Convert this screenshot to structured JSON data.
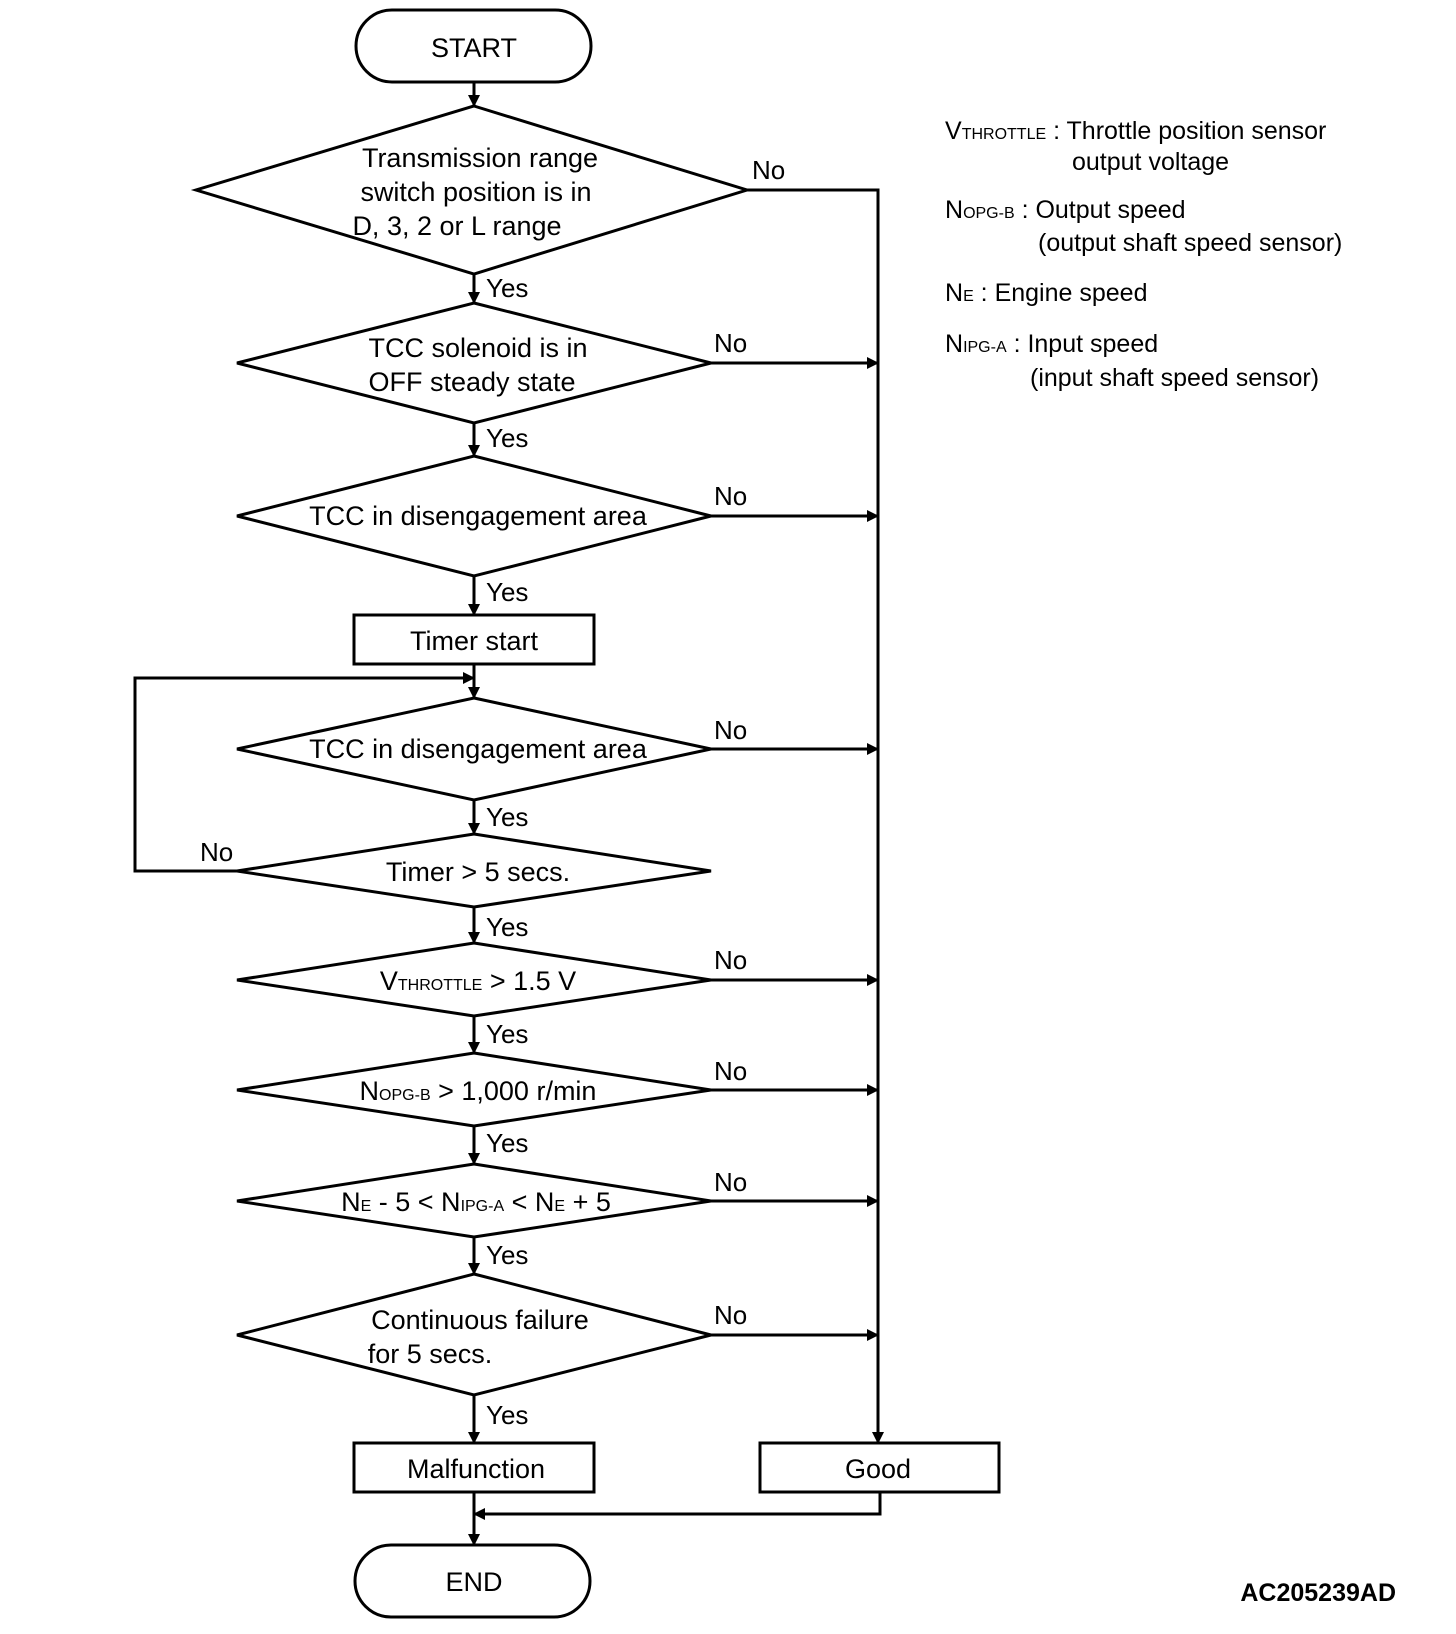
{
  "terminals": {
    "start": "START",
    "end": "END"
  },
  "decisions": {
    "d1": {
      "lines": [
        "Transmission range",
        "switch position is in",
        "D, 3, 2 or L range"
      ]
    },
    "d2": {
      "lines": [
        "TCC solenoid is in",
        "OFF steady state"
      ]
    },
    "d3": {
      "lines": [
        "TCC in disengagement area"
      ]
    },
    "d4": {
      "lines": [
        "TCC in disengagement area"
      ]
    },
    "d5": {
      "lines": [
        "Timer > 5 secs."
      ]
    },
    "d6": {
      "prefix": "V",
      "sub": "THROTTLE",
      "suffix": " > 1.5 V"
    },
    "d7": {
      "prefix": "N",
      "sub": "OPG-B",
      "suffix": " > 1,000 r/min"
    },
    "d8": {
      "p1": "N",
      "s1": "E",
      "p2": " - 5 < N",
      "s2": "IPG-A",
      "p3": " < N",
      "s3": "E",
      "p4": " + 5"
    },
    "d9": {
      "lines": [
        "Continuous failure",
        "for 5 secs."
      ]
    }
  },
  "processes": {
    "timer_start": "Timer start",
    "malfunction": "Malfunction",
    "good": "Good"
  },
  "branch_labels": {
    "yes": "Yes",
    "no": "No"
  },
  "legend": {
    "vthrottle": {
      "main": "V",
      "sub": "THROTTLE",
      "desc": " : Throttle position sensor",
      "desc2": "output voltage"
    },
    "nopgb": {
      "main": "N",
      "sub": "OPG-B",
      "desc": " : Output speed",
      "desc2": "(output shaft speed sensor)"
    },
    "ne": {
      "main": "N",
      "sub": "E",
      "desc": " : Engine speed"
    },
    "nipga": {
      "main": "N",
      "sub": "IPG-A",
      "desc": " : Input speed",
      "desc2": "(input shaft speed sensor)"
    }
  },
  "figure_code": "AC205239AD"
}
